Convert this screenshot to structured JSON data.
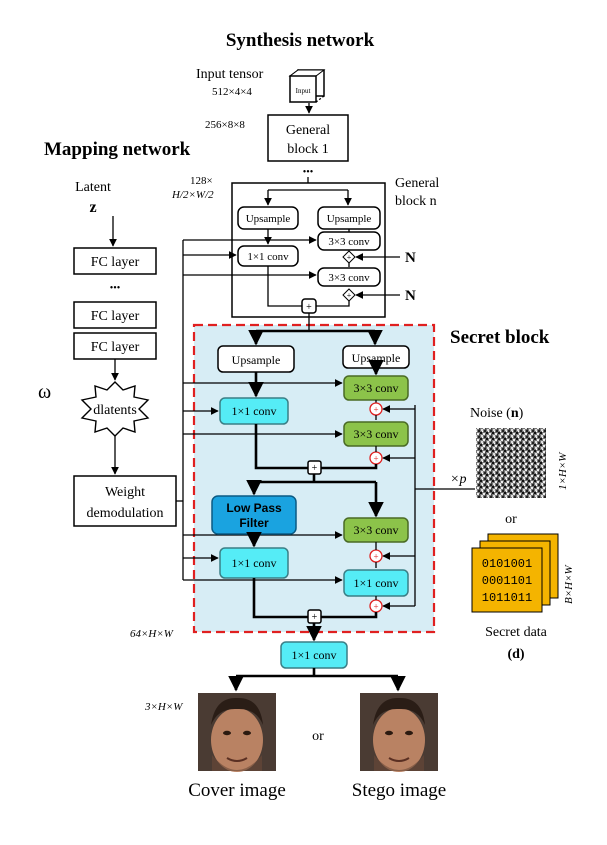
{
  "titles": {
    "synthesis": "Synthesis network",
    "mapping": "Mapping network",
    "secret": "Secret block"
  },
  "synthesis": {
    "input_label": "Input tensor",
    "input_dims": "512×4×4",
    "input_cube_text": "Input",
    "dims_256": "256×8×8",
    "general_block_1": [
      "General",
      "block 1"
    ],
    "ellipsis": "•••",
    "dims_128": [
      "128×",
      "H/2×W/2"
    ],
    "general_block_n": [
      "General",
      "block n"
    ],
    "upsample": "Upsample",
    "conv3": "3×3 conv",
    "conv1": "1×1 conv",
    "noise_symbol": "N"
  },
  "mapping": {
    "latent_label": "Latent",
    "latent_symbol": "z",
    "fc_layer": "FC  layer",
    "ellipsis": "•••",
    "omega": "ω",
    "dlatents": "dlatents",
    "weight_demod": [
      "Weight",
      "demodulation"
    ]
  },
  "secret": {
    "upsample": "Upsample",
    "conv3": "3×3 conv",
    "conv1": "1×1 conv",
    "low_pass": [
      "Low Pass",
      "Filter"
    ],
    "dims_64": "64×H×W",
    "noise_label": "Noise (",
    "noise_symbol": "n",
    "noise_close": ")",
    "noise_dims": "1×H×W",
    "times_p": "×p",
    "or": "or",
    "binary": [
      "0101001",
      "0001101",
      "1011011"
    ],
    "data_dims": "B×H×W",
    "secret_data_label": "Secret data",
    "secret_data_symbol": "(d)"
  },
  "output": {
    "conv1": "1×1 conv",
    "dims": "3×H×W",
    "cover": "Cover image",
    "or": "or",
    "stego": "Stego image"
  },
  "colors": {
    "cyan": "#55ecf6",
    "green": "#8cc34a",
    "lowpass": "#1aa3e0",
    "secret_bg": "#d7edf5",
    "secret_border": "#e02020",
    "data_orange": "#f4b400"
  }
}
